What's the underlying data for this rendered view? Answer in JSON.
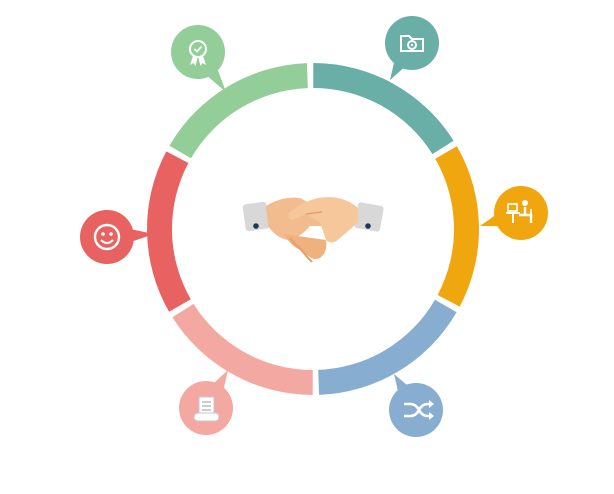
{
  "diagram": {
    "center_icon": "handshake-icon",
    "segments": [
      {
        "name": "teal",
        "color": "#6aaea8",
        "icon": "folder-gear-icon"
      },
      {
        "name": "orange",
        "color": "#f0a70f",
        "icon": "person-at-desk-icon"
      },
      {
        "name": "blue",
        "color": "#87aed1",
        "icon": "shuffle-icon"
      },
      {
        "name": "pink",
        "color": "#f3a9a1",
        "icon": "document-scroll-icon"
      },
      {
        "name": "red",
        "color": "#e96262",
        "icon": "smiley-icon"
      },
      {
        "name": "green",
        "color": "#93cd98",
        "icon": "award-badge-icon"
      }
    ]
  }
}
